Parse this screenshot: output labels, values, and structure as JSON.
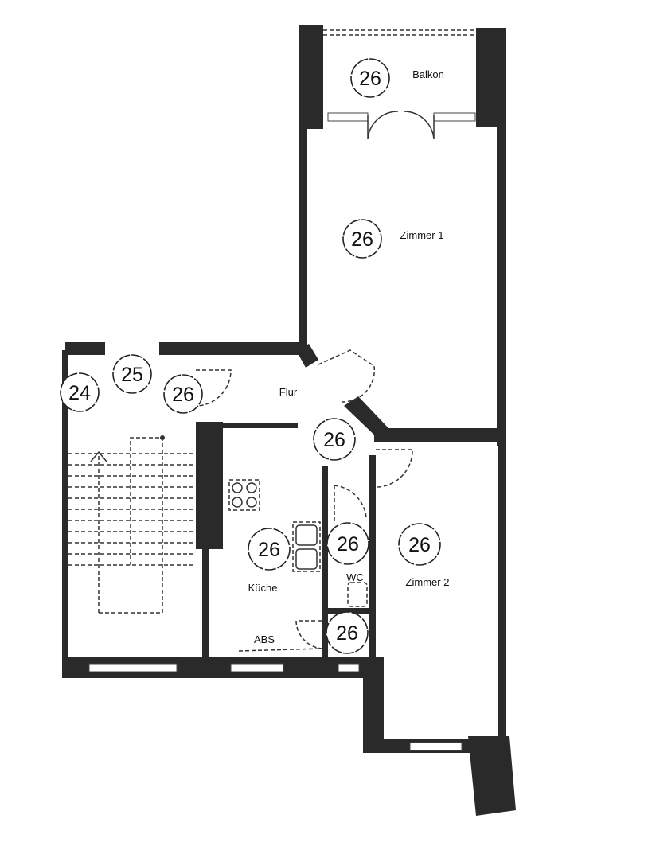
{
  "rooms": {
    "balkon": {
      "label": "Balkon",
      "number": "26"
    },
    "zimmer1": {
      "label": "Zimmer 1",
      "number": "26"
    },
    "flur": {
      "label": "Flur",
      "number": "26"
    },
    "kueche": {
      "label": "Küche",
      "number": "26"
    },
    "wc": {
      "label": "WC",
      "number": "26"
    },
    "zimmer2": {
      "label": "Zimmer 2",
      "number": "26"
    },
    "abstell": {
      "label": "ABS",
      "number": "26"
    },
    "treppe_a": {
      "number": "24"
    },
    "treppe_b": {
      "number": "25"
    },
    "eingang": {
      "number": "26"
    }
  }
}
